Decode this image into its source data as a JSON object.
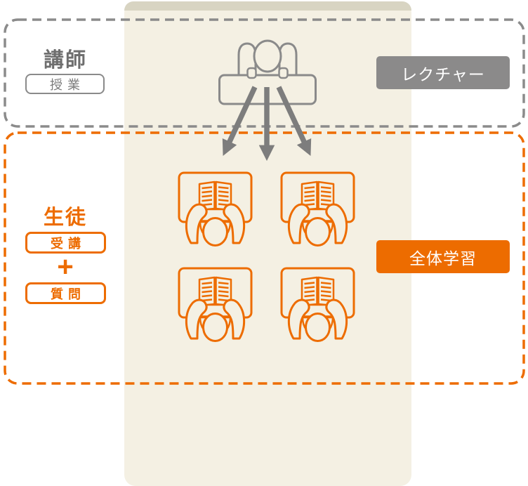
{
  "diagram_title": "classroom-lecture-style-diagram",
  "zones": {
    "instructor": {
      "role": "講師",
      "action": "授業",
      "badge": "レクチャー"
    },
    "student": {
      "role": "生徒",
      "action1": "受講",
      "plus": "+",
      "action2": "質問",
      "badge": "全体学習",
      "student_count": 4
    }
  },
  "icons": {
    "teacher": "teacher-at-desk-icon",
    "student": "student-reading-book-icon",
    "arrows": "lecture-flow-arrows-icon"
  },
  "colors": {
    "accent_orange": "#ed6c00",
    "gray": "#8b8b8b",
    "arrow_gray": "#7d7d7d",
    "band_light": "#f4f0e3",
    "band_dark": "#d8d4c2",
    "badge_text": "#ffffff",
    "instructor_text": "#6e6e6e"
  }
}
